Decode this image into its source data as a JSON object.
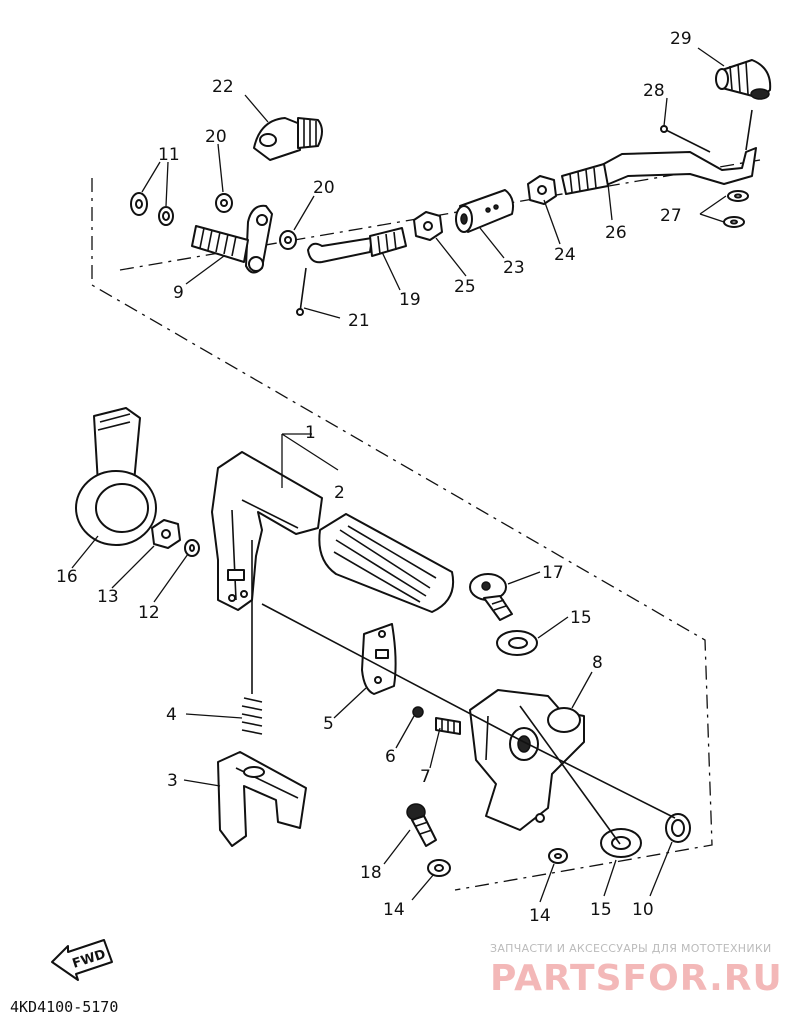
{
  "callouts": [
    {
      "id": "c29",
      "text": "29"
    },
    {
      "id": "c22",
      "text": "22"
    },
    {
      "id": "c28",
      "text": "28"
    },
    {
      "id": "c11",
      "text": "11"
    },
    {
      "id": "c20a",
      "text": "20"
    },
    {
      "id": "c20b",
      "text": "20"
    },
    {
      "id": "c27",
      "text": "27"
    },
    {
      "id": "c26",
      "text": "26"
    },
    {
      "id": "c9",
      "text": "9"
    },
    {
      "id": "c19",
      "text": "19"
    },
    {
      "id": "c25",
      "text": "25"
    },
    {
      "id": "c23",
      "text": "23"
    },
    {
      "id": "c24",
      "text": "24"
    },
    {
      "id": "c21",
      "text": "21"
    },
    {
      "id": "c1",
      "text": "1"
    },
    {
      "id": "c2",
      "text": "2"
    },
    {
      "id": "c16",
      "text": "16"
    },
    {
      "id": "c13",
      "text": "13"
    },
    {
      "id": "c12",
      "text": "12"
    },
    {
      "id": "c17",
      "text": "17"
    },
    {
      "id": "c15a",
      "text": "15"
    },
    {
      "id": "c8",
      "text": "8"
    },
    {
      "id": "c4",
      "text": "4"
    },
    {
      "id": "c5",
      "text": "5"
    },
    {
      "id": "c6",
      "text": "6"
    },
    {
      "id": "c7",
      "text": "7"
    },
    {
      "id": "c3",
      "text": "3"
    },
    {
      "id": "c18",
      "text": "18"
    },
    {
      "id": "c14a",
      "text": "14"
    },
    {
      "id": "c14b",
      "text": "14"
    },
    {
      "id": "c15b",
      "text": "15"
    },
    {
      "id": "c10",
      "text": "10"
    }
  ],
  "fwd_label": "FWD",
  "diagram_code": "4KD4100-5170",
  "watermark": {
    "subtitle": "ЗАПЧАСТИ И АКСЕССУАРЫ ДЛЯ МОТОТЕХНИКИ",
    "brand": "PARTSFOR.RU"
  }
}
